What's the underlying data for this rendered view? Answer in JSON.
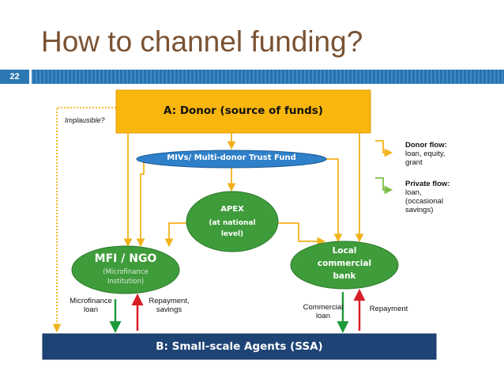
{
  "slide": {
    "title": "How to channel funding?",
    "number": "22"
  },
  "nodes": {
    "donor": "A: Donor (source of funds)",
    "mivs": "MIVs/ Multi-donor Trust Fund",
    "apex_title": "APEX",
    "apex_sub1": "(at national",
    "apex_sub2": "level)",
    "mfi_title": "MFI / NGO",
    "mfi_sub1": "(Microfinance",
    "mfi_sub2": "Institution)",
    "bank_line1": "Local",
    "bank_line2": "commercial",
    "bank_line3": "bank",
    "ssa": "B: Small-scale Agents (SSA)"
  },
  "labels": {
    "implausible": "Implausible?",
    "microfinance_loan_1": "Microfinance",
    "microfinance_loan_2": "loan",
    "repayment_savings_1": "Repayment,",
    "repayment_savings_2": "savings",
    "commercial_loan_1": "Commercial",
    "commercial_loan_2": "loan",
    "repayment": "Repayment"
  },
  "legend": {
    "donor_title": "Donor flow:",
    "donor_l1": "loan, equity,",
    "donor_l2": "grant",
    "private_title": "Private flow:",
    "private_l1": "loan,",
    "private_l2": "(occasional",
    "private_l3": "savings)"
  },
  "colors": {
    "title": "#7a5232",
    "donor_fill": "#f9b60e",
    "flow_yellow": "#f2b21b",
    "mivs_fill": "#2e80c9",
    "green_node": "#3f9c3b",
    "ssa_fill": "#1e4476",
    "arrow_green": "#1f9a3a",
    "arrow_red": "#d81f26",
    "legend_green": "#7ebe4a"
  }
}
